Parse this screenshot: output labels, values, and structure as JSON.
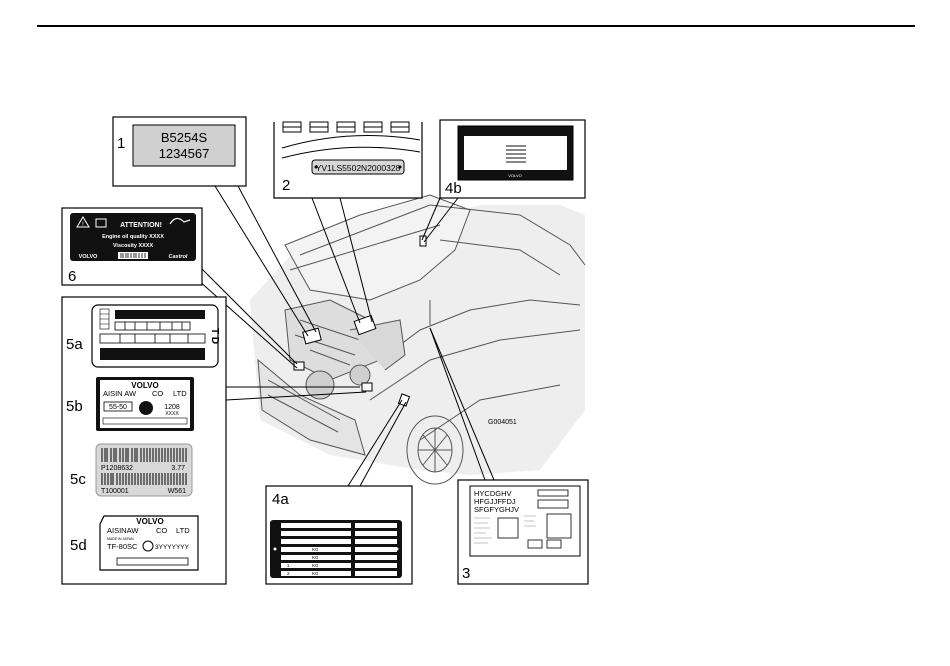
{
  "callouts": {
    "c1": "1",
    "c2": "2",
    "c3": "3",
    "c4a": "4a",
    "c4b": "4b",
    "c5a": "5a",
    "c5b": "5b",
    "c5c": "5c",
    "c5d": "5d",
    "c6": "6"
  },
  "engine_label": {
    "line1": "B5254S",
    "line2": "1234567"
  },
  "vin_plate": {
    "vin": "YV1LS5502N2000328"
  },
  "oil_label": {
    "title": "ATTENTION!",
    "line1": "Engine oil quality XXXX",
    "line2": "Viscosity XXXX",
    "brand": "VOLVO",
    "partner": "Castrol"
  },
  "plate_5a": {
    "side_text": "T D"
  },
  "plate_5b": {
    "brand": "VOLVO",
    "maker": "AISIN AW",
    "co": "CO",
    "ltd": "LTD",
    "model": "55-50",
    "code": "1208",
    "code2": "XXXX"
  },
  "plate_5c": {
    "code1": "P1208632",
    "value": "3.77",
    "serial": "T100001",
    "suffix": "W561"
  },
  "plate_5d": {
    "brand": "VOLVO",
    "maker": "AISINAW",
    "co": "CO",
    "ltd": "LTD",
    "made_in": "MADE IN JAPAN",
    "model": "TF-80SC",
    "code": "3YYYYYYY"
  },
  "plate_4a": {
    "rows": [
      "KG",
      "KG",
      "KG",
      "KG"
    ],
    "row_nums": [
      "1",
      "2"
    ]
  },
  "plate_3": {
    "line1": "HYCDGHV",
    "line2": "HFGJJFFDJ",
    "line3": "SFGFYGHJV"
  },
  "plate_4b": {
    "brand": "VOLVO"
  },
  "figure_code": "G004051"
}
